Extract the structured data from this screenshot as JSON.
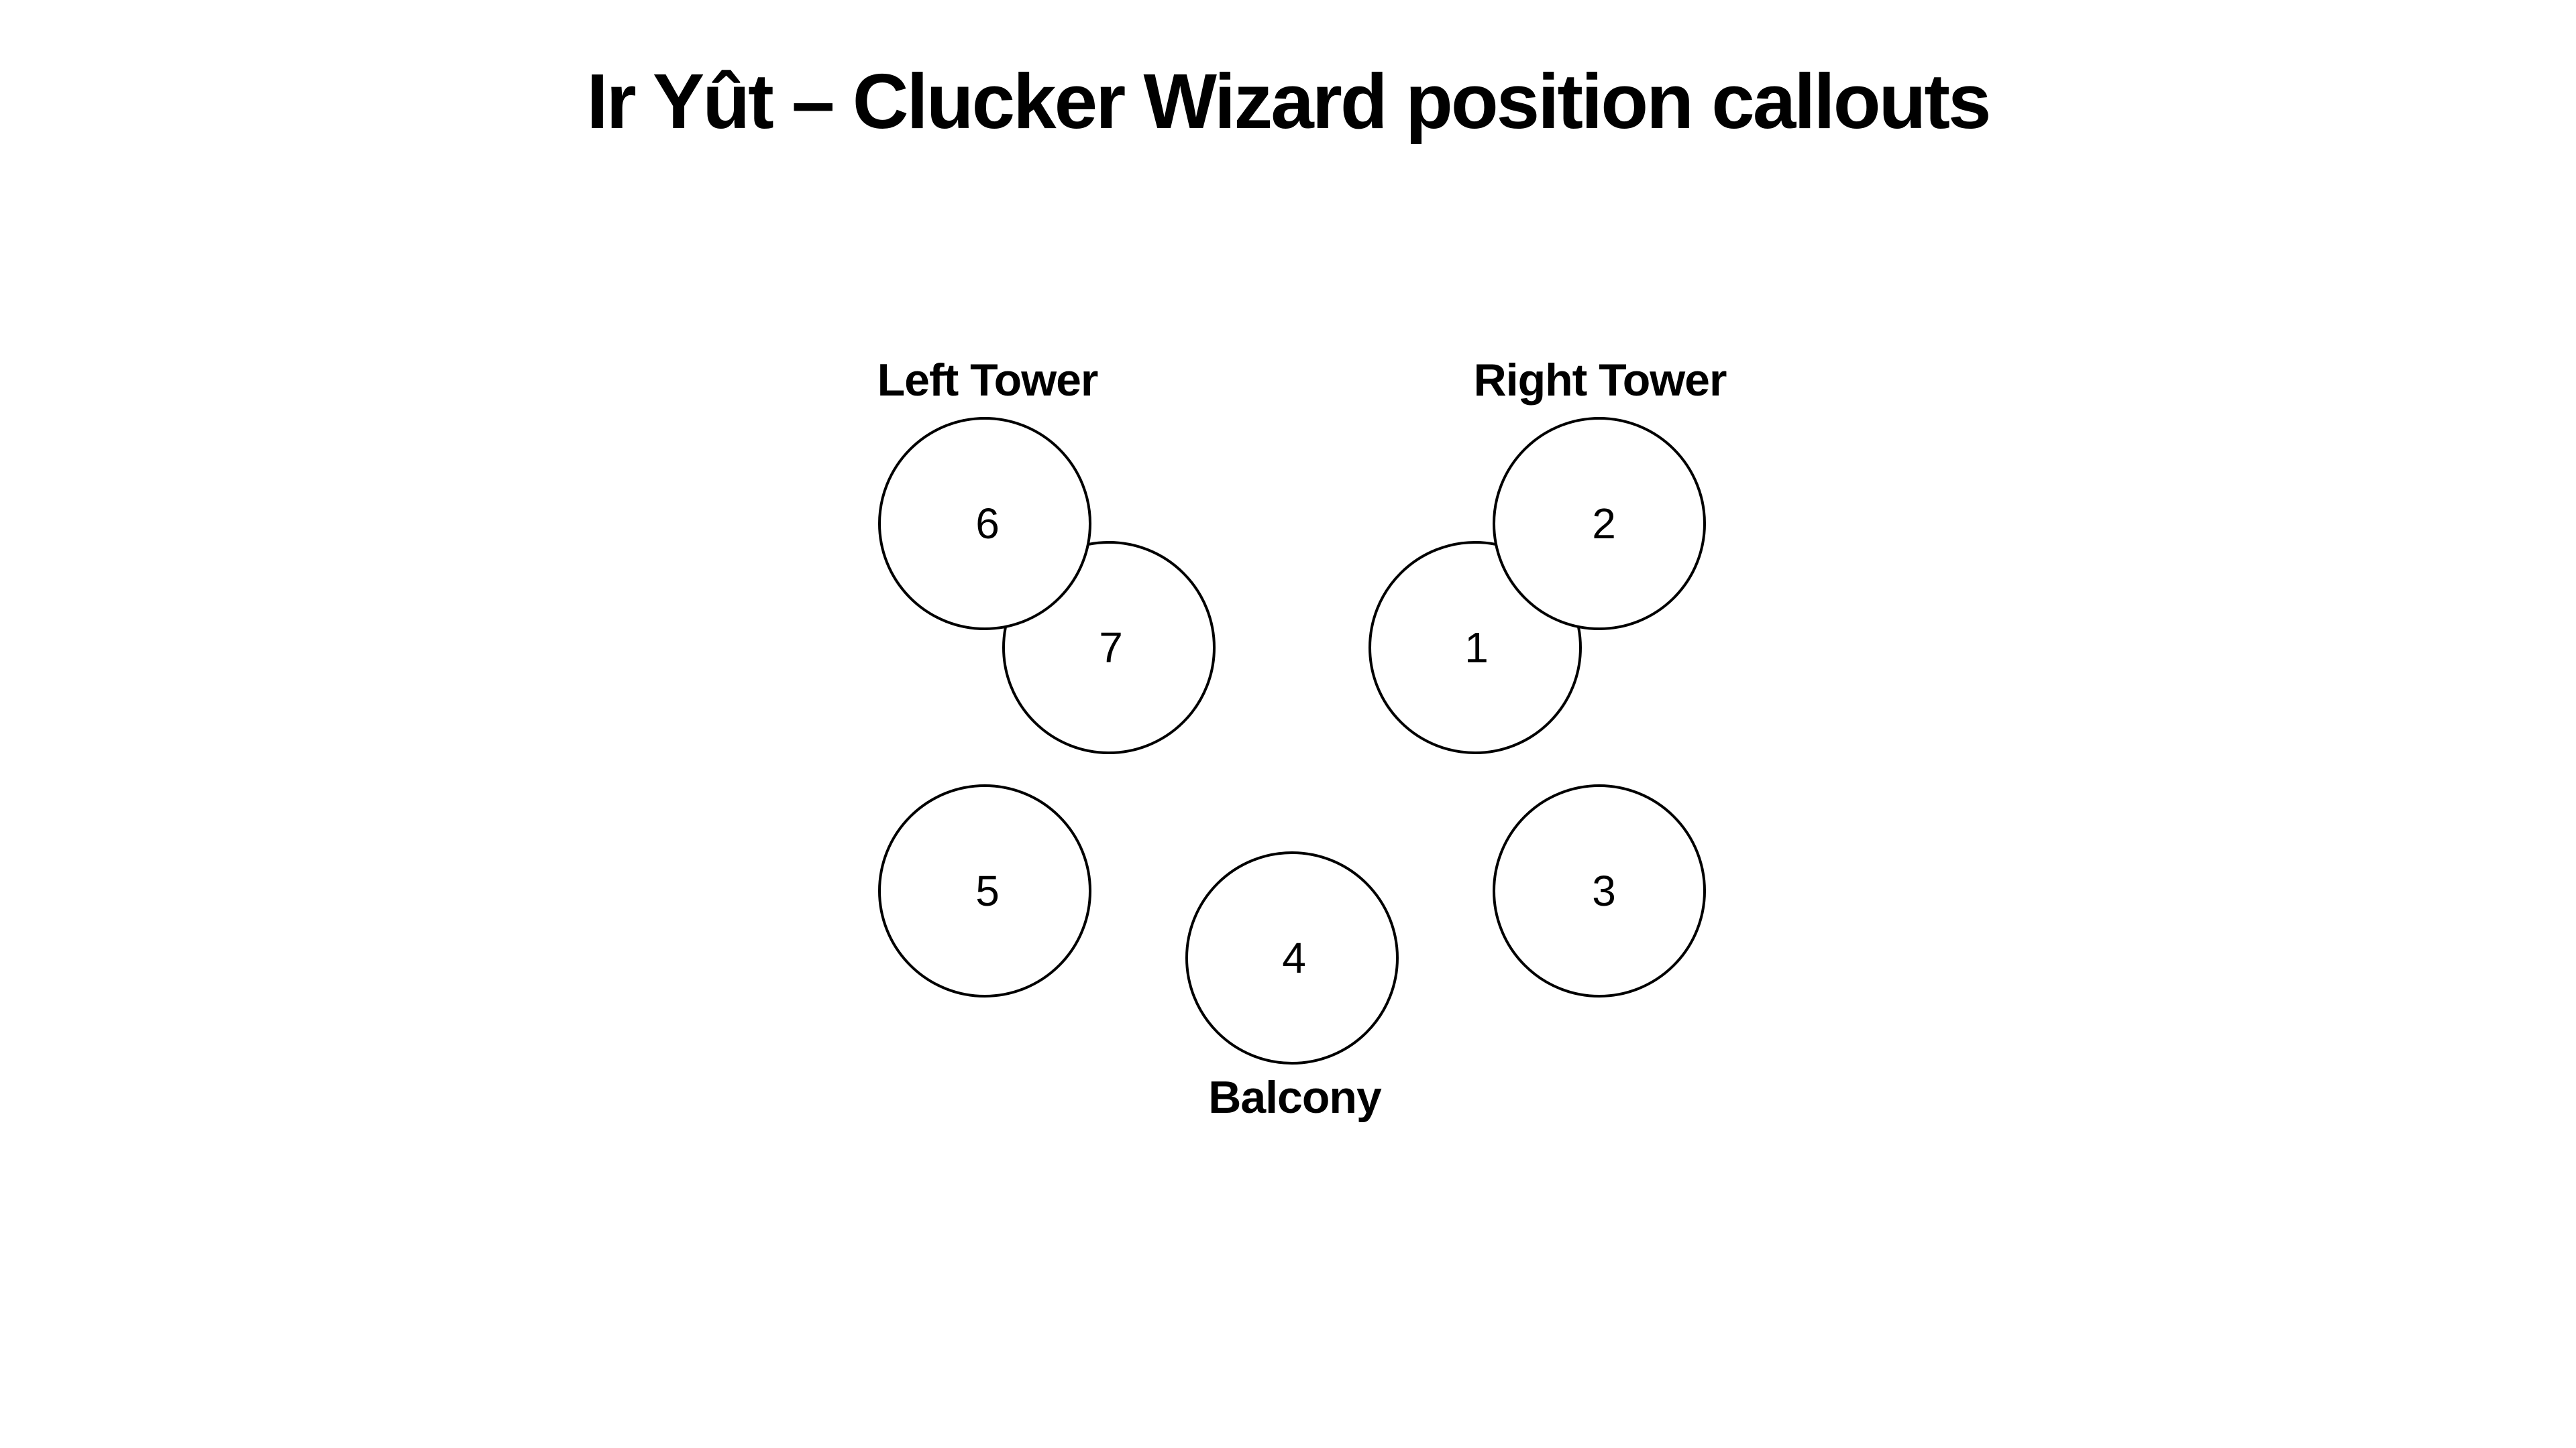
{
  "title": "Ir Yût – Clucker Wizard position callouts",
  "labels": {
    "left_tower": "Left Tower",
    "right_tower": "Right Tower",
    "balcony": "Balcony"
  },
  "positions": {
    "p1": "1",
    "p2": "2",
    "p3": "3",
    "p4": "4",
    "p5": "5",
    "p6": "6",
    "p7": "7"
  }
}
